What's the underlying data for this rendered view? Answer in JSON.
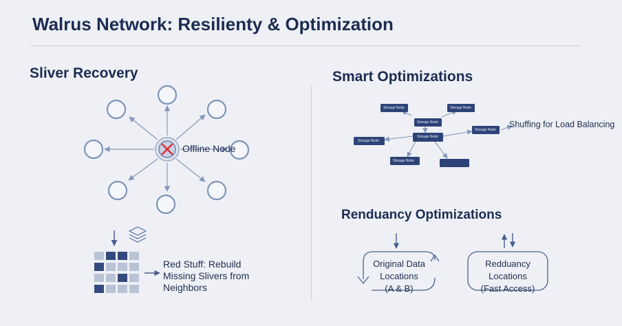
{
  "title": "Walrus Network: Resilienty & Optimization",
  "left": {
    "heading": "Sliver Recovery",
    "offline_label": "Offline Node",
    "red_stuff_lines": [
      "Red Stuff: Rebuild",
      "Missing Slivers from",
      "Neighbors"
    ]
  },
  "right": {
    "heading": "Smart Optimizations",
    "shuffle_label": "Shuffing for Load Balancing",
    "node_chips": [
      "Storage Node",
      "Storage Node",
      "Storage Node",
      "Storage Node",
      "Storage Node",
      "Storage Node",
      "Storage Node"
    ],
    "redundancy_heading": "Renduancy Optimizations",
    "box_a_lines": [
      "Original Data",
      "Locations",
      "(A & B)"
    ],
    "box_b_lines": [
      "Redduancy",
      "Locations",
      "(Fast Access)"
    ]
  },
  "colors": {
    "navy": "#1c2c52",
    "node_stroke": "#7f93b8",
    "arrow": "#8597bb",
    "chip": "#2d4377",
    "offline_x": "#d9323a",
    "grid_dark": "#34497e",
    "grid_light": "#b9c3d6"
  },
  "icons": [
    "down-arrow-icon",
    "layers-icon",
    "right-arrow-icon",
    "up-down-arrows-icon",
    "cycle-arrow-icon"
  ]
}
